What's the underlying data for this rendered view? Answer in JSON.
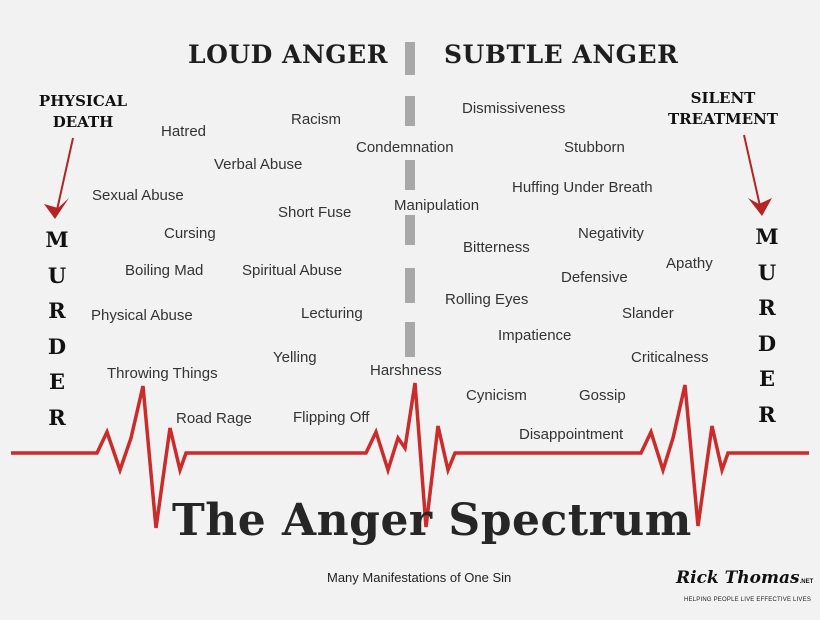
{
  "headings": {
    "left": "LOUD ANGER",
    "right": "SUBTLE ANGER"
  },
  "side_labels": {
    "left": "PHYSICAL DEATH",
    "right": "SILENT TREATMENT"
  },
  "murder_letters": [
    "M",
    "U",
    "R",
    "D",
    "E",
    "R"
  ],
  "loud_terms": [
    "Hatred",
    "Racism",
    "Verbal Abuse",
    "Sexual Abuse",
    "Short Fuse",
    "Cursing",
    "Boiling Mad",
    "Spiritual Abuse",
    "Physical Abuse",
    "Lecturing",
    "Yelling",
    "Throwing Things",
    "Road Rage",
    "Flipping Off"
  ],
  "subtle_terms": [
    "Dismissiveness",
    "Condemnation",
    "Stubborn",
    "Huffing Under Breath",
    "Manipulation",
    "Negativity",
    "Bitterness",
    "Apathy",
    "Defensive",
    "Rolling Eyes",
    "Slander",
    "Impatience",
    "Criticalness",
    "Harshness",
    "Cynicism",
    "Gossip",
    "Disappointment"
  ],
  "title": "The Anger Spectrum",
  "subtitle": "Many Manifestations of One Sin",
  "logo": {
    "name": "Rick Thomas",
    "suffix": ".NET",
    "tagline": "HELPING PEOPLE LIVE EFFECTIVE LIVES"
  },
  "colors": {
    "pulse_line": "#cc2b2b",
    "arrow": "#b42424",
    "divider": "#a8a8a8"
  }
}
